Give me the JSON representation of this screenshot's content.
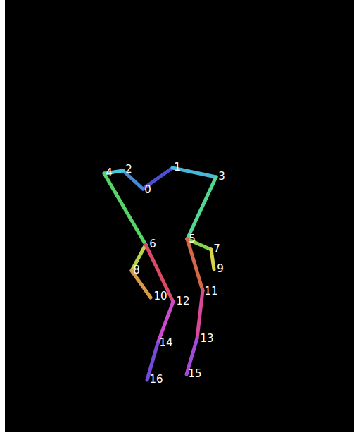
{
  "diagram": {
    "labels": [
      "0",
      "1",
      "2",
      "3",
      "4",
      "5",
      "6",
      "7",
      "8",
      "9",
      "10",
      "11",
      "12",
      "13",
      "14",
      "15",
      "16"
    ]
  }
}
